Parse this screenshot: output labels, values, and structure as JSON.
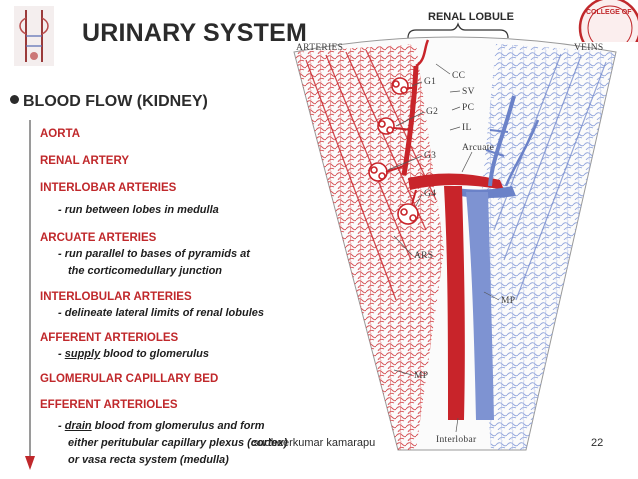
{
  "slide": {
    "title": "URINARY SYSTEM",
    "section": "BLOOD FLOW (KIDNEY)",
    "flow": [
      {
        "label": "AORTA"
      },
      {
        "label": "RENAL ARTERY"
      },
      {
        "label": "INTERLOBAR ARTERIES",
        "note": [
          "- run between lobes in medulla"
        ]
      },
      {
        "label": "ARCUATE ARTERIES",
        "note": [
          "- run parallel to bases of pyramids at",
          "the corticomedullary junction"
        ]
      },
      {
        "label": "INTERLOBULAR ARTERIES",
        "note": [
          "- delineate lateral limits of renal lobules"
        ]
      },
      {
        "label": "AFFERENT ARTERIOLES",
        "note_prefix": "-",
        "note_underlined": "supply",
        "note_rest": "blood to glomerulus"
      },
      {
        "label": "GLOMERULAR CAPILLARY BED"
      },
      {
        "label": "EFFERENT ARTERIOLES",
        "note_prefix": "-",
        "note_underlined": "drain",
        "note_rest": "blood from glomerulus and form",
        "note_extra": [
          "either peritubular capillary plexus (cortex)",
          "or vasa recta system (medulla)"
        ]
      }
    ],
    "credit": "sudheerkumar kamarapu",
    "page_number": "22"
  },
  "diagram": {
    "lobule_label": "RENAL LOBULE",
    "arteries": "ARTERIES",
    "veins": "VEINS",
    "labels": {
      "g1": "G1",
      "g2": "G2",
      "g3": "G3",
      "g4": "G4",
      "cc": "CC",
      "sv": "SV",
      "pc": "PC",
      "il": "IL",
      "arcuate": "Arcuate",
      "ars": "ARS",
      "mp_right": "MP",
      "mp_left": "MP",
      "interlobar": "Interlobar"
    },
    "colors": {
      "artery": "#c8242a",
      "vein": "#6b82c8",
      "vein_light": "#9aaede"
    }
  },
  "header_logo": {
    "visible_fragment": "COLLEGE OF"
  }
}
